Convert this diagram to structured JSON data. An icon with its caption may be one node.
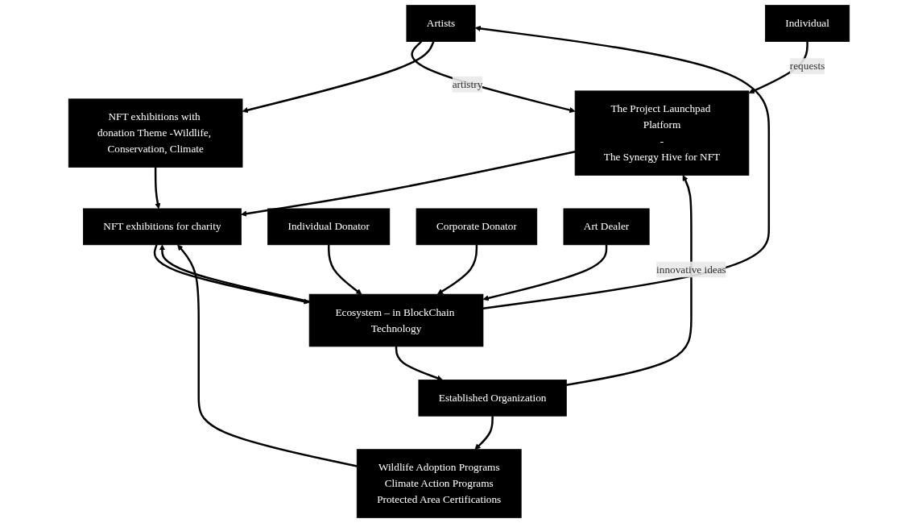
{
  "diagram": {
    "nodes": [
      {
        "text": [
          "Artists"
        ]
      },
      {
        "text": [
          "The Project Launchpad Platform",
          "-",
          "The Synergy Hive for NFT"
        ]
      },
      {
        "text": [
          "Individual"
        ]
      },
      {
        "text": [
          "Established Organization"
        ]
      },
      {
        "text": [
          "NFT exhibitions with donation Theme -Wildlife, Conservation, Climate"
        ]
      },
      {
        "text": [
          "NFT exhibitions for charity"
        ]
      },
      {
        "text": [
          "Wildlife Adoption Programs",
          "Climate Action Programs",
          "Protected Area Certifications"
        ]
      },
      {
        "text": [
          "Ecosystem – in BlockChain Technology"
        ]
      },
      {
        "text": [
          "Individual Donator"
        ]
      },
      {
        "text": [
          "Corporate Donator"
        ]
      },
      {
        "text": [
          "Art Dealer"
        ]
      }
    ],
    "edges": [
      {
        "from": 0,
        "to": 1,
        "arrow": "to",
        "label": "artistry"
      },
      {
        "from": 2,
        "to": 1,
        "arrow": "to",
        "label": "requests"
      },
      {
        "from": 3,
        "to": 1,
        "arrow": "to",
        "label": "innovative ideas"
      },
      {
        "from": 0,
        "to": 4,
        "arrow": "to"
      },
      {
        "from": 1,
        "to": 5,
        "arrow": "to"
      },
      {
        "from": 3,
        "to": 6,
        "arrow": "to"
      },
      {
        "from": 4,
        "to": 5,
        "arrow": "to"
      },
      {
        "from": 6,
        "to": 5,
        "arrow": "to"
      },
      {
        "from": 5,
        "to": 7,
        "arrow": "to"
      },
      {
        "from": 7,
        "to": 5,
        "arrow": "to"
      },
      {
        "from": 7,
        "to": 0,
        "arrow": "to"
      },
      {
        "from": 7,
        "to": 3,
        "arrow": "to"
      },
      {
        "from": 8,
        "to": 7,
        "arrow": "to"
      },
      {
        "from": 9,
        "to": 7,
        "arrow": "to"
      },
      {
        "from": 10,
        "to": 7,
        "arrow": "to"
      }
    ]
  }
}
